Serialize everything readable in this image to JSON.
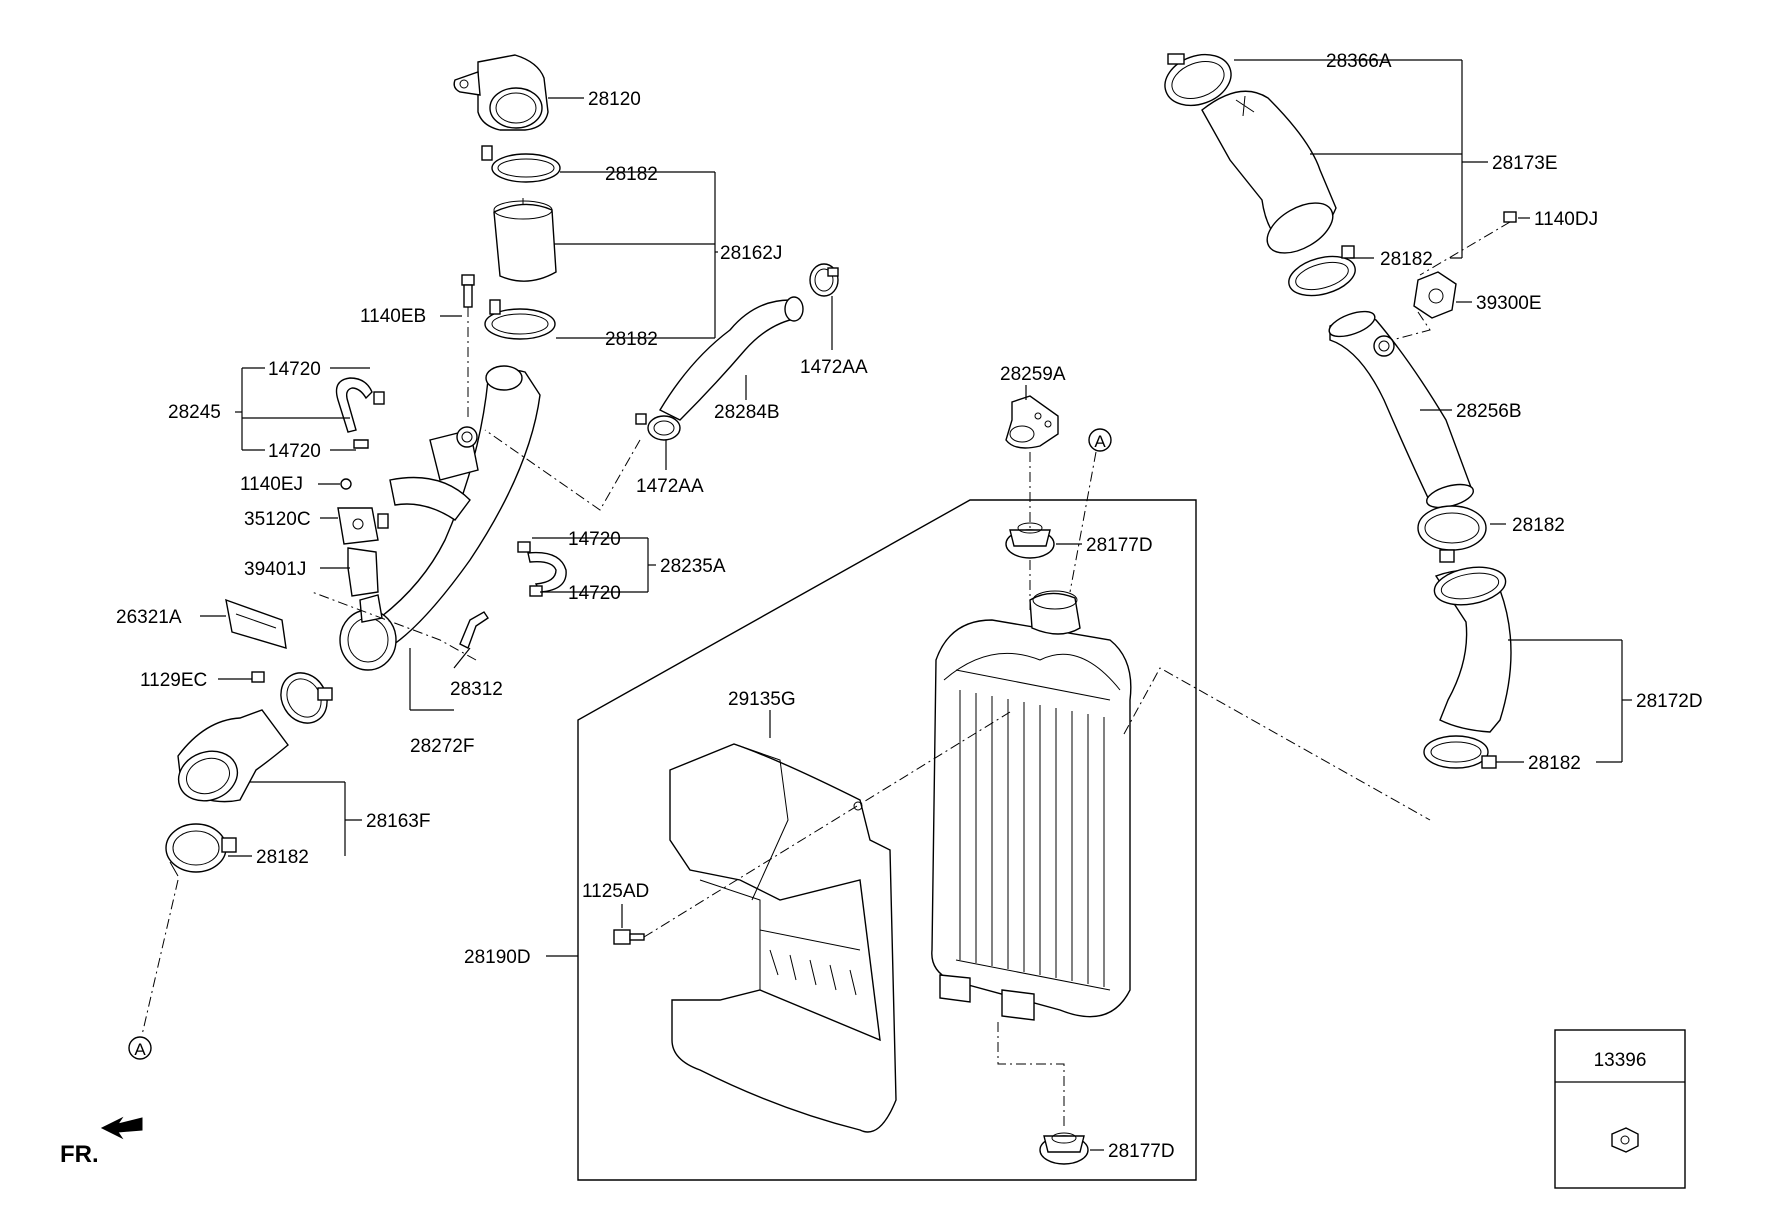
{
  "labels": {
    "p28120": "28120",
    "p28182_a": "28182",
    "p28162j": "28162J",
    "p28182_b": "28182",
    "p1140eb": "1140EB",
    "p14720_a": "14720",
    "p28245": "28245",
    "p14720_b": "14720",
    "p1140ej": "1140EJ",
    "p35120c": "35120C",
    "p39401j": "39401J",
    "p26321a": "26321A",
    "p1129ec": "1129EC",
    "p28312": "28312",
    "p28272f": "28272F",
    "p28163f": "28163F",
    "p28182_c": "28182",
    "p1472aa_a": "1472AA",
    "p28284b": "28284B",
    "p1472aa_b": "1472AA",
    "p14720_c": "14720",
    "p28235a": "28235A",
    "p14720_d": "14720",
    "p28259a": "28259A",
    "p28177d_a": "28177D",
    "p29135g": "29135G",
    "p1125ad": "1125AD",
    "p28190d": "28190D",
    "p28177d_b": "28177D",
    "p28366a": "28366A",
    "p28173e": "28173E",
    "p1140dj": "1140DJ",
    "p28182_d": "28182",
    "p39300e": "39300E",
    "p28256b": "28256B",
    "p28182_e": "28182",
    "p28172d": "28172D",
    "p28182_f": "28182",
    "p13396": "13396",
    "marker_a_top": "A",
    "marker_a_bottom": "A",
    "front_indicator": "FR."
  }
}
